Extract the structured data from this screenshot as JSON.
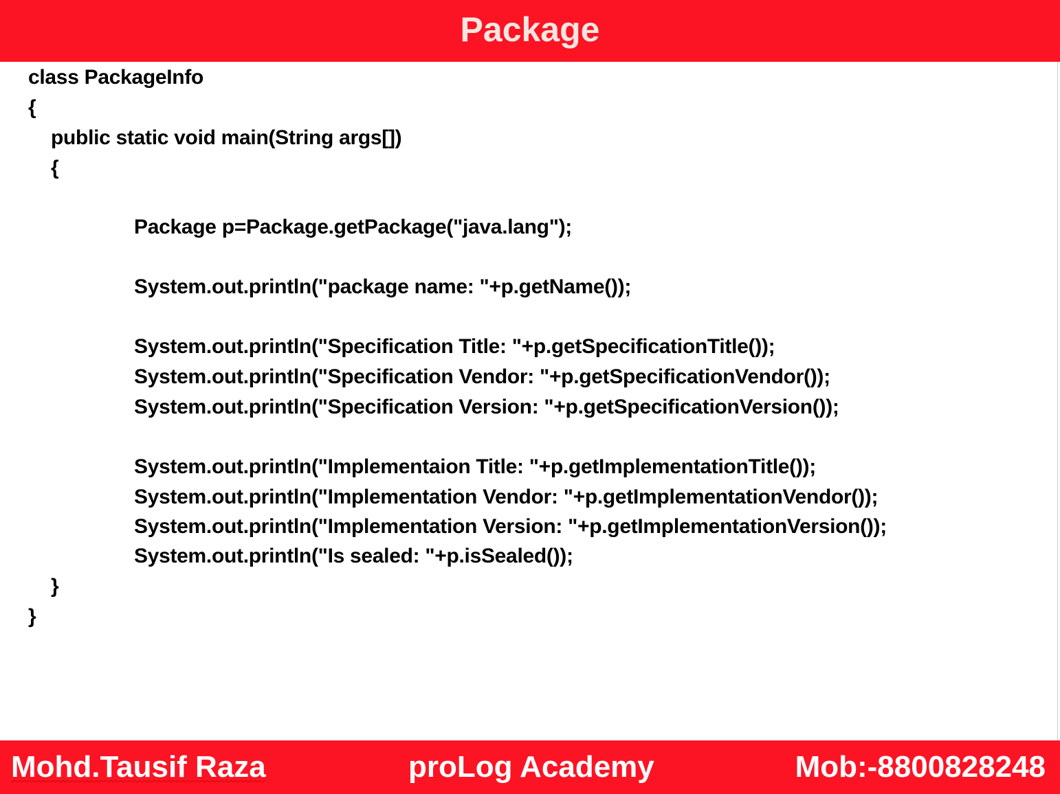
{
  "header": {
    "title": "Package"
  },
  "code": {
    "lines": [
      "class PackageInfo",
      "{",
      "public static void main(String args[])",
      "{",
      "Package p=Package.getPackage(\"java.lang\");",
      "System.out.println(\"package name: \"+p.getName());",
      "System.out.println(\"Specification Title: \"+p.getSpecificationTitle());",
      "System.out.println(\"Specification Vendor: \"+p.getSpecificationVendor());",
      "System.out.println(\"Specification Version: \"+p.getSpecificationVersion());",
      "System.out.println(\"Implementaion Title: \"+p.getImplementationTitle());",
      "System.out.println(\"Implementation Vendor: \"+p.getImplementationVendor());",
      "System.out.println(\"Implementation Version: \"+p.getImplementationVersion());",
      "System.out.println(\"Is sealed: \"+p.isSealed());",
      "}",
      "}"
    ]
  },
  "footer": {
    "author": "Mohd.Tausif Raza",
    "academy": "proLog Academy",
    "mobile": "Mob:-8800828248"
  },
  "colors": {
    "banner": "#fc1424",
    "title_text": "#f5e6e0",
    "spellcheck": "#d40000"
  }
}
